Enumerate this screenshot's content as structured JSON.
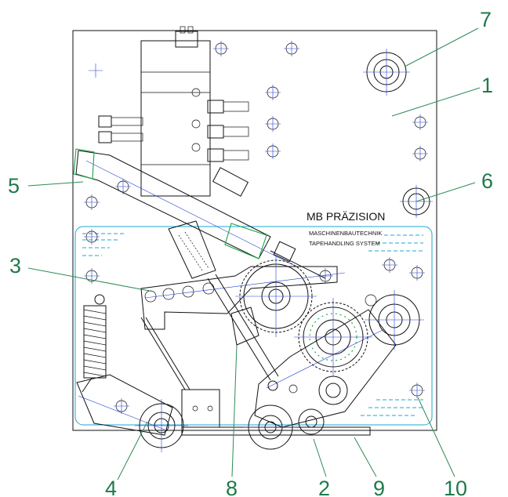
{
  "brand": {
    "name": "MB PRÄZISION",
    "line1": "MASCHINENBAUTECHNIK",
    "line2": "TAPEHANDLING SYSTEM"
  },
  "callouts": [
    {
      "id": "1",
      "label": "1"
    },
    {
      "id": "2",
      "label": "2"
    },
    {
      "id": "3",
      "label": "3"
    },
    {
      "id": "4",
      "label": "4"
    },
    {
      "id": "5",
      "label": "5"
    },
    {
      "id": "6",
      "label": "6"
    },
    {
      "id": "7",
      "label": "7"
    },
    {
      "id": "8",
      "label": "8"
    },
    {
      "id": "9",
      "label": "9"
    },
    {
      "id": "10",
      "label": "10"
    }
  ],
  "colors": {
    "callout_text": "#1f7a4a",
    "leader": "#2e8b57",
    "linework": "#111111",
    "centerlines": "#1f3fd6",
    "cover_outline": "#19a9d6",
    "highlight": "#1aa34a"
  }
}
